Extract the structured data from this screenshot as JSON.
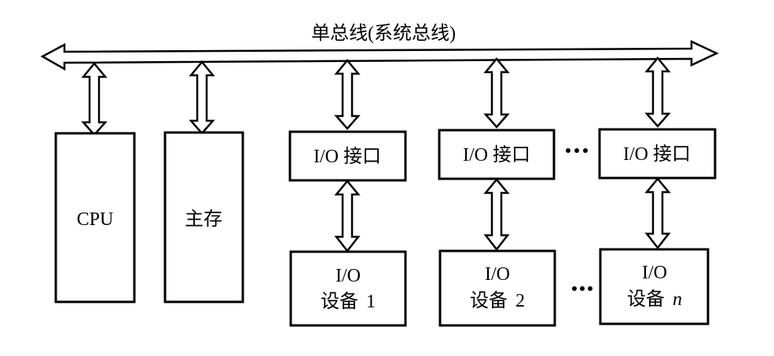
{
  "title": "单总线(系统总线)",
  "bus": {
    "label": "单总线(系统总线)",
    "direction": "bidirectional"
  },
  "components": {
    "cpu": {
      "label": "CPU"
    },
    "memory": {
      "label": "主存"
    },
    "interfaces": [
      {
        "label": "I/O 接口"
      },
      {
        "label": "I/O 接口"
      },
      {
        "label": "I/O 接口"
      }
    ],
    "devices": [
      {
        "line1": "I/O",
        "line2": "设备",
        "index": "1"
      },
      {
        "line1": "I/O",
        "line2": "设备",
        "index": "2"
      },
      {
        "line1": "I/O",
        "line2": "设备",
        "index": "n"
      }
    ],
    "ellipsis": "…"
  },
  "connections": [
    {
      "from": "bus",
      "to": "cpu",
      "type": "bidirectional"
    },
    {
      "from": "bus",
      "to": "memory",
      "type": "bidirectional"
    },
    {
      "from": "bus",
      "to": "interface-1",
      "type": "bidirectional"
    },
    {
      "from": "bus",
      "to": "interface-2",
      "type": "bidirectional"
    },
    {
      "from": "bus",
      "to": "interface-n",
      "type": "bidirectional"
    },
    {
      "from": "interface-1",
      "to": "device-1",
      "type": "bidirectional"
    },
    {
      "from": "interface-2",
      "to": "device-2",
      "type": "bidirectional"
    },
    {
      "from": "interface-n",
      "to": "device-n",
      "type": "bidirectional"
    }
  ]
}
